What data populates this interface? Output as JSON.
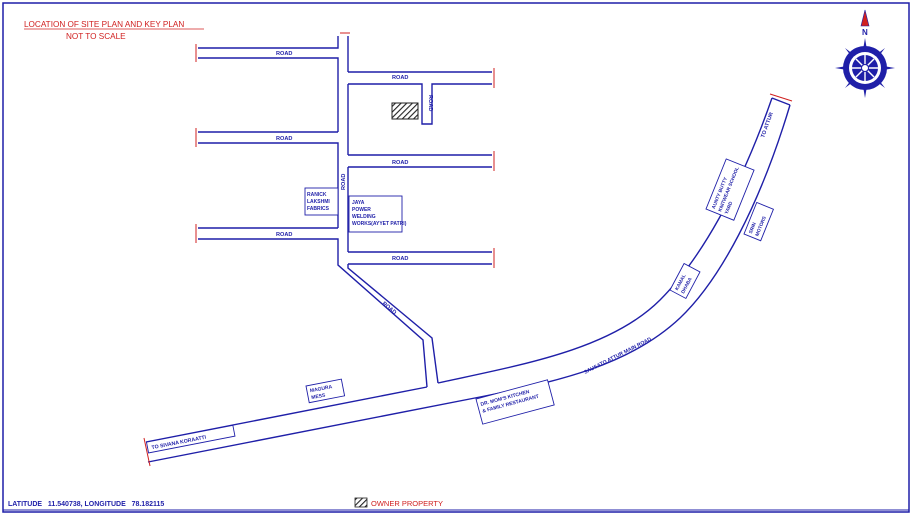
{
  "title": {
    "line1": "LOCATION OF SITE PLAN AND KEY PLAN",
    "line2": "NOT TO SCALE"
  },
  "roads": {
    "road_top_left": "ROAD",
    "road_upper_right": "ROAD",
    "road_vertical_upper": "ROAD",
    "road_mid_left": "ROAD",
    "road_mid_right": "ROAD",
    "road_main_vertical": "ROAD",
    "road_lower_left": "ROAD",
    "road_lower_right": "ROAD",
    "road_diagonal": "ROAD",
    "main_road": "SAUSATO ATTUR MAIN ROAD",
    "to_attur": "TO ATTUR",
    "to_sivana": "TO SIVANA KORAATTI"
  },
  "landmarks": {
    "lakshmi": "RANICK LAKSHMI FABRICS",
    "jaya": "JAYA POWER WELDING WORKS(AYYET PATRI)",
    "mashura": "MAGURA MESS",
    "moms": "DR. MOM'S KITCHEN & FAMILY RESTAURANT",
    "saxon": "AUNTY BUTTY KNITWEAR SCHOOL YARD",
    "spare": "SRIN MOTORS",
    "kamal": "KAMAL DHABA"
  },
  "footer": {
    "coords": "LATITUDE   11.540738, LONGITUDE   78.182115",
    "legend": "OWNER PROPERTY"
  },
  "compass": {
    "north": "N"
  },
  "colors": {
    "road": "#1f1fa8",
    "accent": "#d02020",
    "frame": "#1f1fa8"
  }
}
